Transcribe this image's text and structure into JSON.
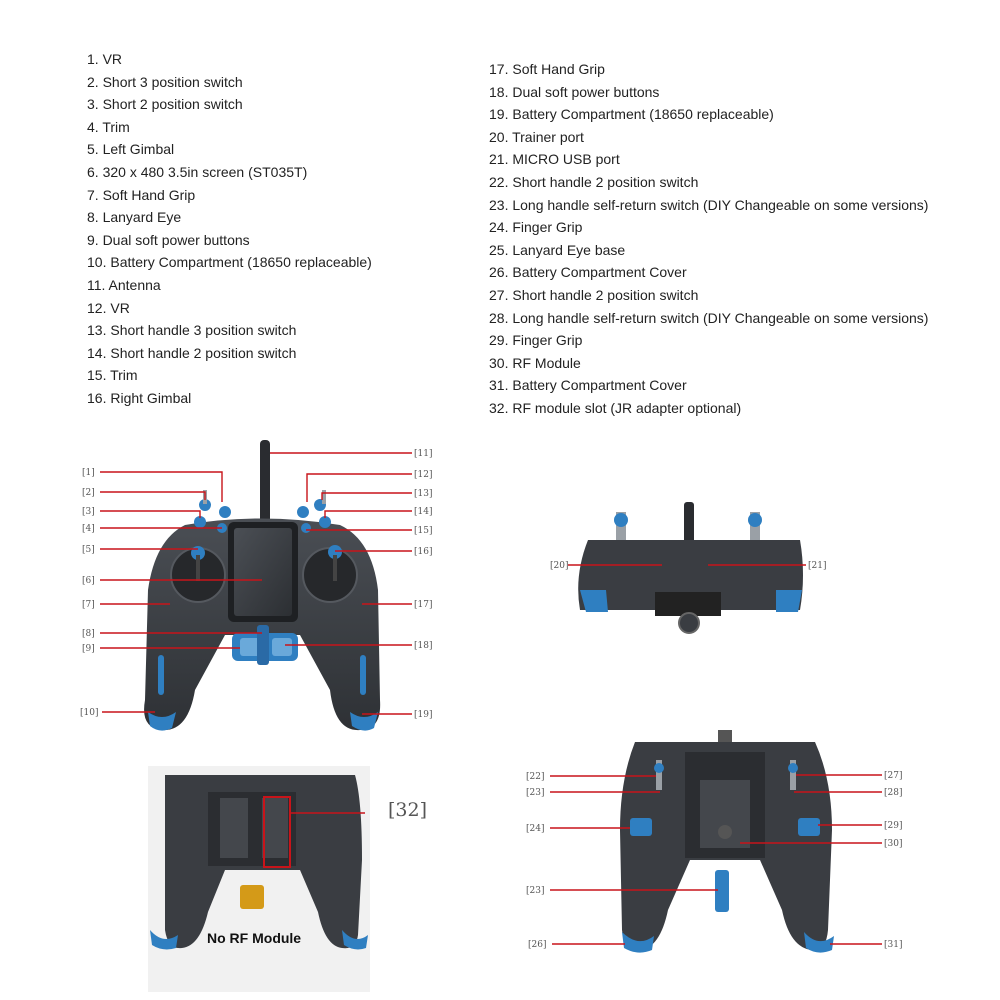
{
  "legend_left": [
    "1. VR",
    "2.  Short 3 position switch",
    "3. Short 2 position switch",
    "4. Trim",
    "5. Left Gimbal",
    "6. 320 x 480 3.5in screen (ST035T)",
    "7. Soft Hand Grip",
    "8. Lanyard Eye",
    "9. Dual soft power buttons",
    "10. Battery Compartment (18650 replaceable)",
    "11. Antenna",
    "12. VR",
    "13. Short handle 3 position switch",
    "14. Short handle 2 position switch",
    "15. Trim",
    "16. Right Gimbal"
  ],
  "legend_right": [
    "17. Soft Hand Grip",
    "18. Dual soft power buttons",
    "19. Battery Compartment (18650 replaceable)",
    "20. Trainer port",
    "21. MICRO USB port",
    "22. Short handle 2 position switch",
    "23. Long handle self-return switch (DIY Changeable on some versions)",
    "24. Finger Grip",
    "25. Lanyard Eye base",
    "26. Battery Compartment Cover",
    "27. Short handle 2 position switch",
    "28. Long handle self-return switch (DIY Changeable on some versions)",
    "29. Finger Grip",
    "30. RF Module",
    "31. Battery Compartment Cover",
    "32. RF module slot (JR adapter optional)"
  ],
  "front_callouts_left": [
    "[1]",
    "[2]",
    "[3]",
    "[4]",
    "[5]",
    "[6]",
    "[7]",
    "[8]",
    "[9]",
    "[10]"
  ],
  "front_callouts_right": [
    "[11]",
    "[12]",
    "[13]",
    "[14]",
    "[15]",
    "[16]",
    "[17]",
    "[18]",
    "[19]"
  ],
  "top_callouts": [
    "[20]",
    "[21]"
  ],
  "back_callouts_left": [
    "[22]",
    "[23]",
    "[24]",
    "[23]",
    "[26]"
  ],
  "back_callouts_right": [
    "[27]",
    "[28]",
    "[29]",
    "[30]",
    "[31]"
  ],
  "rf_callout": "[32]",
  "rf_caption": "No RF Module",
  "colors": {
    "body": "#3a3d42",
    "accent": "#2f7fc1",
    "callout_line": "#c8141a"
  }
}
